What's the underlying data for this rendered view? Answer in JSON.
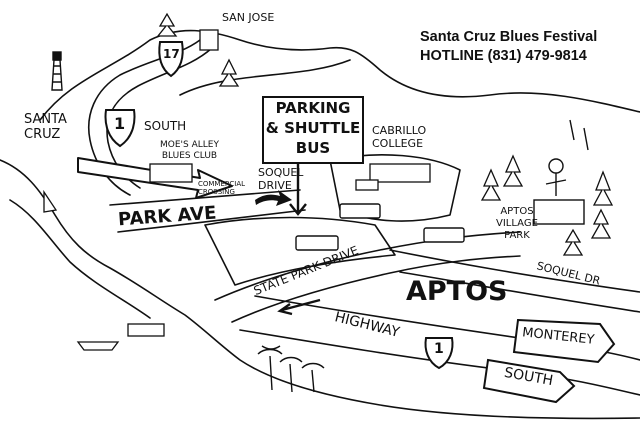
{
  "header": {
    "event": "Santa Cruz Blues Festival",
    "hotline": "HOTLINE (831) 479-9814"
  },
  "places": {
    "san_jose": "SAN JOSE",
    "santa_cruz": "SANTA\nCRUZ",
    "cabrillo": "CABRILLO\nCOLLEGE",
    "moes_alley": "MOE'S ALLEY\nBLUES CLUB",
    "commercial_crossing": "COMMERCIAL\nCROSSING",
    "aptos": "APTOS",
    "aptos_village_park": "APTOS\nVILLAGE\nPARK"
  },
  "roads": {
    "hwy17_number": "17",
    "hwy1_north_number": "1",
    "hwy1_north_direction": "SOUTH",
    "soquel_drive": "SOQUEL\nDRIVE",
    "park_ave": "PARK AVE",
    "state_park_drive": "STATE PARK DRIVE",
    "highway": "HIGHWAY",
    "hwy1_south_number": "1",
    "soquel_dr": "SOQUEL DR"
  },
  "parking_sign": {
    "line1": "PARKING",
    "line2": "& SHUTTLE",
    "line3": "BUS"
  },
  "direction_signs": {
    "monterey": "MONTEREY",
    "south": "SOUTH"
  }
}
